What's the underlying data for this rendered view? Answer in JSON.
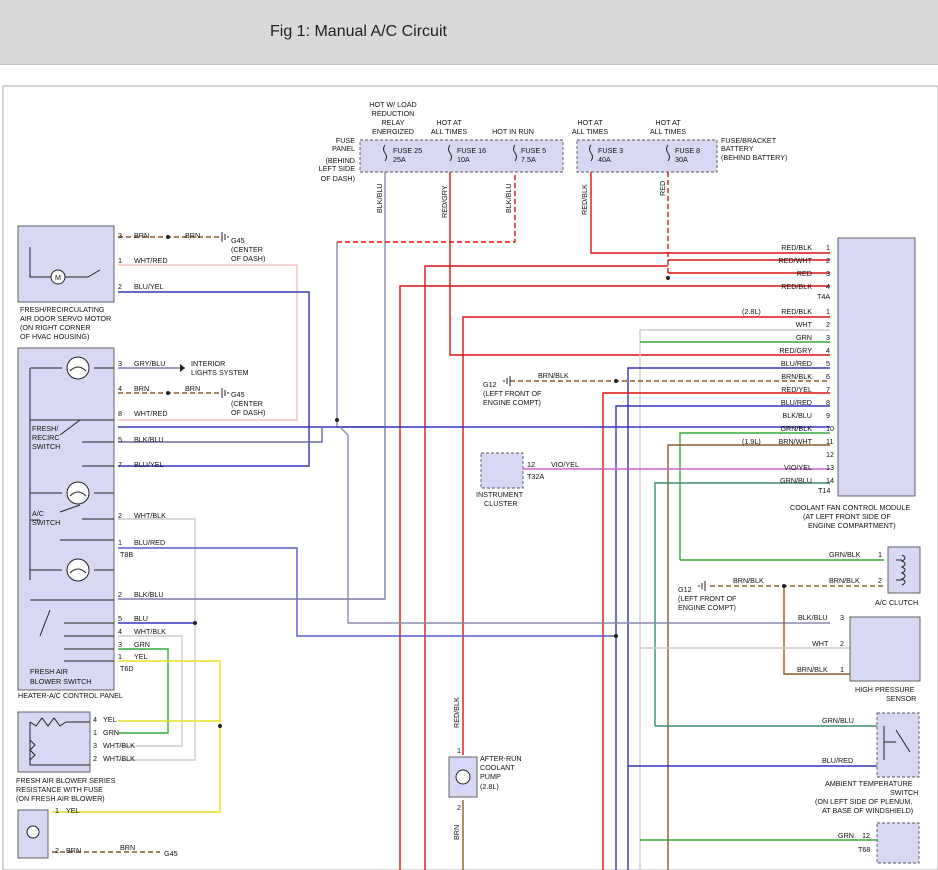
{
  "figure": {
    "title": "Fig 1: Manual A/C Circuit"
  },
  "fuses": {
    "panel_label": [
      "FUSE",
      "PANEL",
      "(BEHIND",
      "LEFT SIDE",
      "OF DASH)"
    ],
    "bracket_label": [
      "FUSE/BRACKET",
      "BATTERY",
      "(BEHIND BATTERY)"
    ],
    "hot_load": [
      "HOT W/ LOAD",
      "REDUCTION",
      "RELAY",
      "ENERGIZED"
    ],
    "hot_all_1": [
      "HOT AT",
      "ALL TIMES"
    ],
    "hot_run": "HOT IN RUN",
    "hot_all_2": [
      "HOT AT",
      "ALL TIMES"
    ],
    "hot_all_3": [
      "HOT AT",
      "ALL TIMES"
    ],
    "items": [
      {
        "name": "FUSE 25",
        "rating": "25A"
      },
      {
        "name": "FUSE 16",
        "rating": "10A"
      },
      {
        "name": "FUSE 5",
        "rating": "7.5A"
      },
      {
        "name": "FUSE 3",
        "rating": "40A"
      },
      {
        "name": "FUSE 8",
        "rating": "30A"
      }
    ],
    "wire_labels": [
      "BLK/BLU",
      "RED/GRY",
      "BLK/BLU",
      "RED/BLK",
      "RED"
    ]
  },
  "components": {
    "servo_motor": [
      "FRESH/RECIRCULATING",
      "AIR DOOR SERVO MOTOR",
      "(ON RIGHT CORNER",
      "OF HVAC HOUSING)"
    ],
    "g45": [
      "G45",
      "(CENTER",
      "OF DASH)"
    ],
    "interior_lights": [
      "INTERIOR",
      "LIGHTS SYSTEM"
    ],
    "recirc_switch": [
      "FRESH/",
      "RECIRC",
      "SWITCH"
    ],
    "ac_switch": [
      "A/C",
      "SWITCH"
    ],
    "blower_switch": [
      "FRESH AIR",
      "BLOWER SWITCH"
    ],
    "control_panel": "HEATER-A/C CONTROL PANEL",
    "blower_resistance": [
      "FRESH AIR BLOWER SERIES",
      "RESISTANCE WITH FUSE",
      "(ON FRESH AIR BLOWER)"
    ],
    "g12": [
      "G12",
      "(LEFT FRONT OF",
      "ENGINE COMPT)"
    ],
    "instrument_cluster": [
      "INSTRUMENT",
      "CLUSTER"
    ],
    "pump": [
      "AFTER-RUN",
      "COOLANT",
      "PUMP",
      "(2.8L)"
    ],
    "fan_module": [
      "COOLANT FAN CONTROL MODULE",
      "(AT LEFT FRONT SIDE OF",
      "ENGINE COMPARTMENT)"
    ],
    "ac_clutch": "A/C CLUTCH",
    "hp_sensor": [
      "HIGH PRESSURE",
      "SENSOR"
    ],
    "ambient_switch": [
      "AMBIENT TEMPERATURE",
      "SWITCH",
      "(ON LEFT SIDE OF PLENUM,",
      "AT BASE OF WINDSHIELD)"
    ],
    "g45b": "G45"
  },
  "connectors": {
    "t4a": "T4A",
    "t14": "T14",
    "t8b": "T8B",
    "t6d": "T6D",
    "t32a": "T32A",
    "t68": "T68"
  },
  "module_pins": [
    {
      "pin": "1",
      "wire": "RED/BLK",
      "note": ""
    },
    {
      "pin": "2",
      "wire": "RED/WHT",
      "note": ""
    },
    {
      "pin": "3",
      "wire": "RED",
      "note": ""
    },
    {
      "pin": "4",
      "wire": "RED/BLK",
      "note": ""
    },
    {
      "pin": "1",
      "wire": "RED/BLK",
      "note": "(2.8L)"
    },
    {
      "pin": "2",
      "wire": "WHT",
      "note": ""
    },
    {
      "pin": "3",
      "wire": "GRN",
      "note": ""
    },
    {
      "pin": "4",
      "wire": "RED/GRY",
      "note": ""
    },
    {
      "pin": "5",
      "wire": "BLU/RED",
      "note": ""
    },
    {
      "pin": "6",
      "wire": "BRN/BLK",
      "note": ""
    },
    {
      "pin": "7",
      "wire": "RED/YEL",
      "note": ""
    },
    {
      "pin": "8",
      "wire": "BLU/RED",
      "note": ""
    },
    {
      "pin": "9",
      "wire": "BLK/BLU",
      "note": ""
    },
    {
      "pin": "10",
      "wire": "GRN/BLK",
      "note": ""
    },
    {
      "pin": "11",
      "wire": "BRN/WHT",
      "note": "(1.9L)"
    },
    {
      "pin": "12",
      "wire": "",
      "note": ""
    },
    {
      "pin": "13",
      "wire": "VIO/YEL",
      "note": ""
    },
    {
      "pin": "14",
      "wire": "GRN/BLU",
      "note": ""
    }
  ],
  "left_pins": {
    "servo": [
      {
        "pin": "3",
        "wire": "BRN"
      },
      {
        "pin": "1",
        "wire": "WHT/RED"
      },
      {
        "pin": "2",
        "wire": "BLU/YEL"
      }
    ],
    "panel": [
      {
        "pin": "3",
        "wire": "GRY/BLU"
      },
      {
        "pin": "4",
        "wire": "BRN"
      },
      {
        "pin": "8",
        "wire": "WHT/RED"
      },
      {
        "pin": "5",
        "wire": "BLK/BLU"
      },
      {
        "pin": "7",
        "wire": "BLU/YEL"
      },
      {
        "pin": "2",
        "wire": "WHT/BLK"
      },
      {
        "pin": "1",
        "wire": "BLU/RED"
      },
      {
        "pin": "2",
        "wire": "BLK/BLU"
      },
      {
        "pin": "5",
        "wire": "BLU"
      },
      {
        "pin": "4",
        "wire": "WHT/BLK"
      },
      {
        "pin": "3",
        "wire": "GRN"
      },
      {
        "pin": "1",
        "wire": "YEL"
      }
    ],
    "resistor": [
      {
        "pin": "4",
        "wire": "YEL"
      },
      {
        "pin": "1",
        "wire": "GRN"
      },
      {
        "pin": "3",
        "wire": "WHT/BLK"
      },
      {
        "pin": "2",
        "wire": "WHT/BLK"
      }
    ],
    "bottom": [
      {
        "pin": "1",
        "wire": "YEL"
      },
      {
        "pin": "2",
        "wire": "BRN"
      },
      {
        "pin": "",
        "wire": "BRN"
      }
    ]
  },
  "right_pins": {
    "clutch": [
      {
        "pin": "1",
        "wire": "GRN/BLK"
      },
      {
        "pin": "2",
        "wire": "BRN/BLK"
      }
    ],
    "g12b_wire": "BRN/BLK",
    "g12_wire": "BRN/BLK",
    "t32_wire": {
      "pin": "12",
      "wire": "VIO/YEL"
    },
    "hp": [
      {
        "pin": "3",
        "wire": "BLK/BLU"
      },
      {
        "pin": "2",
        "wire": "WHT"
      },
      {
        "pin": "1",
        "wire": "BRN/BLK"
      }
    ],
    "ambient": [
      {
        "pin": "",
        "wire": "GRN/BLU"
      },
      {
        "pin": "",
        "wire": "BLU/RED"
      }
    ],
    "bottom": {
      "pin": "12",
      "wire": "GRN"
    },
    "pump_wires": {
      "top": "RED/BLK",
      "pin_top": "1",
      "pin_bottom": "2",
      "bottom": "BRN"
    }
  }
}
